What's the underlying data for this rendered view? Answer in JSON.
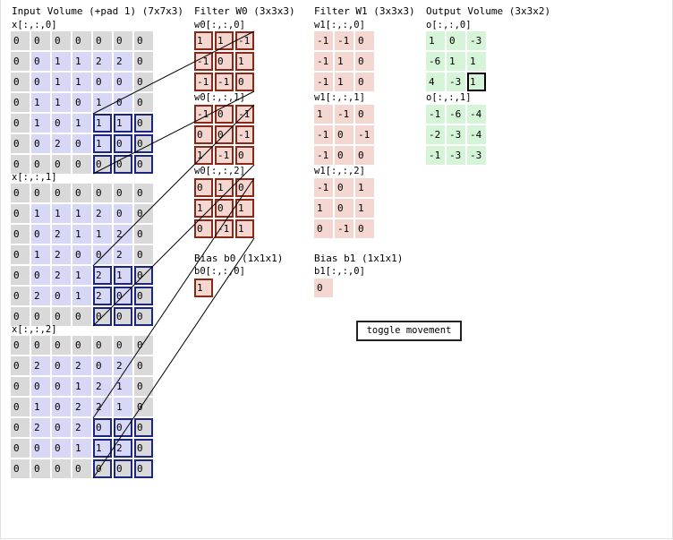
{
  "input": {
    "title": "Input Volume (+pad 1) (7x7x3)",
    "slices": [
      {
        "label": "x[:,:,0]",
        "values": [
          [
            0,
            0,
            0,
            0,
            0,
            0,
            0
          ],
          [
            0,
            0,
            1,
            1,
            2,
            2,
            0
          ],
          [
            0,
            0,
            1,
            1,
            0,
            0,
            0
          ],
          [
            0,
            1,
            1,
            0,
            1,
            0,
            0
          ],
          [
            0,
            1,
            0,
            1,
            1,
            1,
            0
          ],
          [
            0,
            0,
            2,
            0,
            1,
            0,
            0
          ],
          [
            0,
            0,
            0,
            0,
            0,
            0,
            0
          ]
        ]
      },
      {
        "label": "x[:,:,1]",
        "values": [
          [
            0,
            0,
            0,
            0,
            0,
            0,
            0
          ],
          [
            0,
            1,
            1,
            1,
            2,
            0,
            0
          ],
          [
            0,
            0,
            2,
            1,
            1,
            2,
            0
          ],
          [
            0,
            1,
            2,
            0,
            0,
            2,
            0
          ],
          [
            0,
            0,
            2,
            1,
            2,
            1,
            0
          ],
          [
            0,
            2,
            0,
            1,
            2,
            0,
            0
          ],
          [
            0,
            0,
            0,
            0,
            0,
            0,
            0
          ]
        ]
      },
      {
        "label": "x[:,:,2]",
        "values": [
          [
            0,
            0,
            0,
            0,
            0,
            0,
            0
          ],
          [
            0,
            2,
            0,
            2,
            0,
            2,
            0
          ],
          [
            0,
            0,
            0,
            1,
            2,
            1,
            0
          ],
          [
            0,
            1,
            0,
            2,
            2,
            1,
            0
          ],
          [
            0,
            2,
            0,
            2,
            0,
            0,
            0
          ],
          [
            0,
            0,
            0,
            1,
            1,
            2,
            0
          ],
          [
            0,
            0,
            0,
            0,
            0,
            0,
            0
          ]
        ]
      }
    ]
  },
  "filter_w0": {
    "title": "Filter W0 (3x3x3)",
    "slices": [
      {
        "label": "w0[:,:,0]",
        "values": [
          [
            1,
            1,
            -1
          ],
          [
            -1,
            0,
            1
          ],
          [
            -1,
            -1,
            0
          ]
        ]
      },
      {
        "label": "w0[:,:,1]",
        "values": [
          [
            -1,
            0,
            -1
          ],
          [
            0,
            0,
            -1
          ],
          [
            1,
            -1,
            0
          ]
        ]
      },
      {
        "label": "w0[:,:,2]",
        "values": [
          [
            0,
            1,
            0
          ],
          [
            1,
            0,
            1
          ],
          [
            0,
            -1,
            1
          ]
        ]
      }
    ]
  },
  "filter_w1": {
    "title": "Filter W1 (3x3x3)",
    "slices": [
      {
        "label": "w1[:,:,0]",
        "values": [
          [
            -1,
            -1,
            0
          ],
          [
            -1,
            1,
            0
          ],
          [
            -1,
            1,
            0
          ]
        ]
      },
      {
        "label": "w1[:,:,1]",
        "values": [
          [
            1,
            -1,
            0
          ],
          [
            -1,
            0,
            -1
          ],
          [
            -1,
            0,
            0
          ]
        ]
      },
      {
        "label": "w1[:,:,2]",
        "values": [
          [
            -1,
            0,
            1
          ],
          [
            1,
            0,
            1
          ],
          [
            0,
            -1,
            0
          ]
        ]
      }
    ]
  },
  "bias_b0": {
    "title": "Bias b0 (1x1x1)",
    "label": "b0[:,:,0]",
    "value": 1
  },
  "bias_b1": {
    "title": "Bias b1 (1x1x1)",
    "label": "b1[:,:,0]",
    "value": 0
  },
  "output": {
    "title": "Output Volume (3x3x2)",
    "slices": [
      {
        "label": "o[:,:,0]",
        "values": [
          [
            1,
            0,
            -3
          ],
          [
            -6,
            1,
            1
          ],
          [
            4,
            -3,
            1
          ]
        ]
      },
      {
        "label": "o[:,:,1]",
        "values": [
          [
            -1,
            -6,
            -4
          ],
          [
            -2,
            -3,
            -4
          ],
          [
            -1,
            -3,
            -3
          ]
        ]
      }
    ]
  },
  "toggle_button_label": "toggle movement",
  "highlight": {
    "input_row_start": 4,
    "input_col_start": 4,
    "output_row": 2,
    "output_col": 2,
    "output_slice": 0
  },
  "colors": {
    "pad": "#d9d9d9",
    "input": "#d7d8f5",
    "filter": "#f4d7d0",
    "output": "#d6f5d8",
    "input_highlight": "#1c2680",
    "filter_highlight": "#8b2817"
  }
}
